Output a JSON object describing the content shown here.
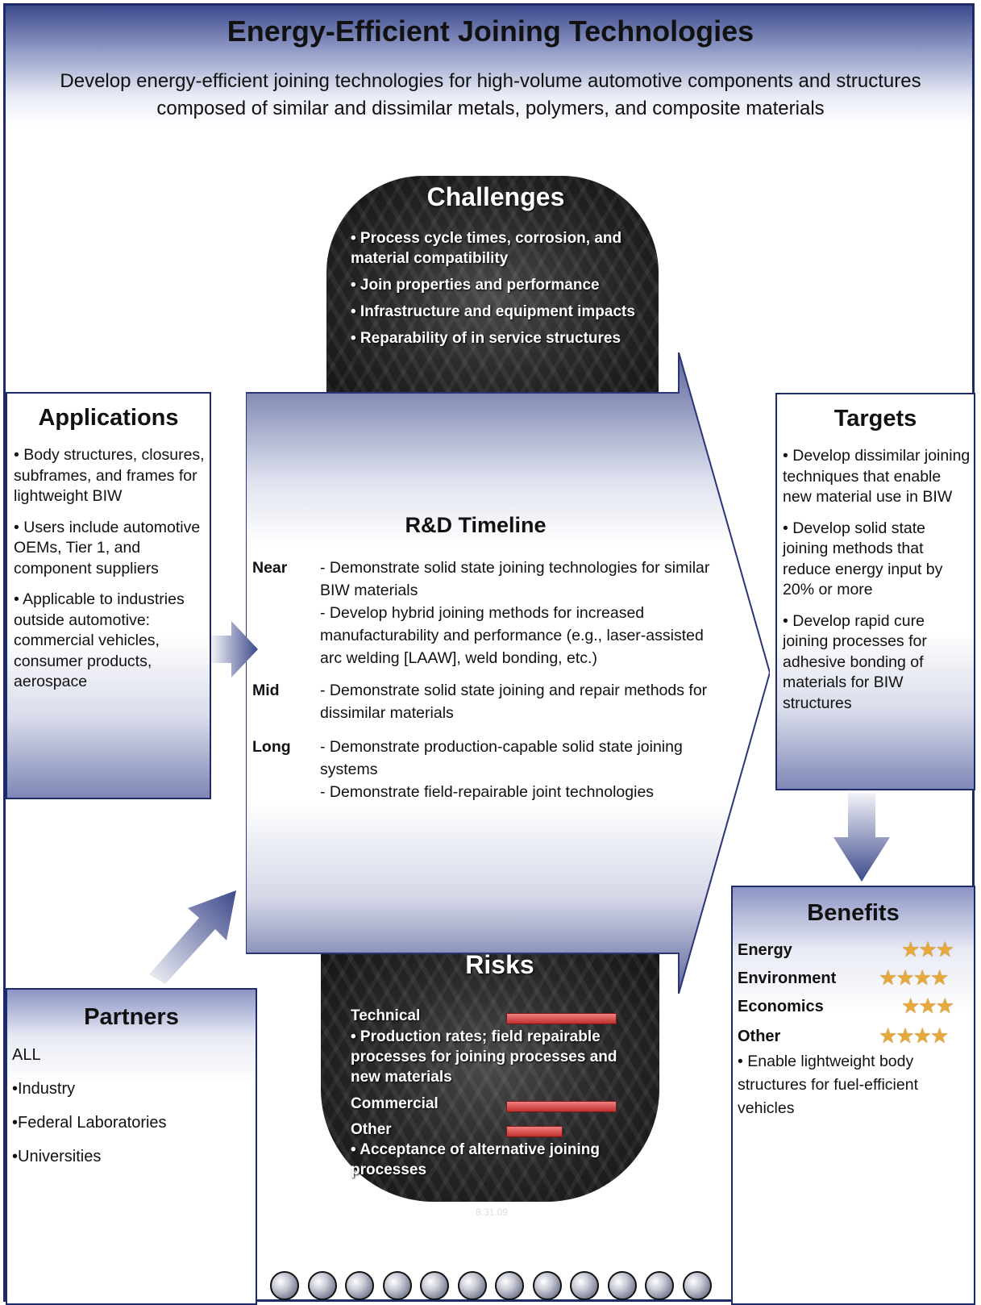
{
  "header": {
    "title": "Energy-Efficient Joining Technologies",
    "subtitle_line1": "Develop energy-efficient joining technologies for high-volume automotive components and structures",
    "subtitle_line2": "composed of similar and dissimilar metals, polymers, and composite materials"
  },
  "challenges": {
    "title": "Challenges",
    "items": [
      "• Process cycle times, corrosion, and material compatibility",
      "• Join properties and performance",
      "• Infrastructure and equipment impacts",
      "• Reparability of in service structures"
    ]
  },
  "applications": {
    "title": "Applications",
    "items": [
      "• Body structures, closures, subframes, and frames for lightweight BIW",
      "• Users include automotive OEMs, Tier 1, and component suppliers",
      "• Applicable to industries outside automotive: commercial vehicles, consumer products, aerospace"
    ]
  },
  "timeline": {
    "title": "R&D Timeline",
    "rows": [
      {
        "label": "Near",
        "items": [
          "- Demonstrate solid state joining technologies for similar BIW materials",
          "- Develop hybrid joining methods for increased manufacturability and performance (e.g., laser-assisted arc welding  [LAAW], weld bonding, etc.)"
        ]
      },
      {
        "label": "Mid",
        "items": [
          "- Demonstrate solid state joining and repair methods for dissimilar materials"
        ]
      },
      {
        "label": "Long",
        "items": [
          "- Demonstrate production-capable solid state joining systems",
          "- Demonstrate field-repairable joint technologies"
        ]
      }
    ]
  },
  "targets": {
    "title": "Targets",
    "items": [
      "• Develop dissimilar joining techniques that enable new material use in BIW",
      "• Develop solid state joining methods that reduce energy input by 20% or more",
      "• Develop rapid cure joining processes for adhesive bonding of materials for BIW structures"
    ]
  },
  "benefits": {
    "title": "Benefits",
    "rows": [
      {
        "label": "Energy",
        "stars": 3
      },
      {
        "label": "Environment",
        "stars": 4
      },
      {
        "label": "Economics",
        "stars": 3
      },
      {
        "label": "Other",
        "stars": 4
      }
    ],
    "note": "• Enable lightweight body structures for fuel-efficient vehicles"
  },
  "risks": {
    "title": "Risks",
    "technical_label": "Technical",
    "technical_level": 0.9,
    "technical_note": "• Production rates; field repairable processes for joining processes and new materials",
    "commercial_label": "Commercial",
    "commercial_level": 0.9,
    "other_label": "Other",
    "other_level": 0.45,
    "other_note": "• Acceptance of alternative joining processes",
    "stamp": "8.31.09"
  },
  "partners": {
    "title": "Partners",
    "items": [
      "ALL",
      "•Industry",
      "•Federal Laboratories",
      "•Universities"
    ]
  },
  "colors": {
    "border": "#1f2a6b",
    "accent": "#3d4a8c",
    "risk_bar": "#c0312e",
    "star": "#e6a93a"
  },
  "decor": {
    "circle_count": 12
  }
}
